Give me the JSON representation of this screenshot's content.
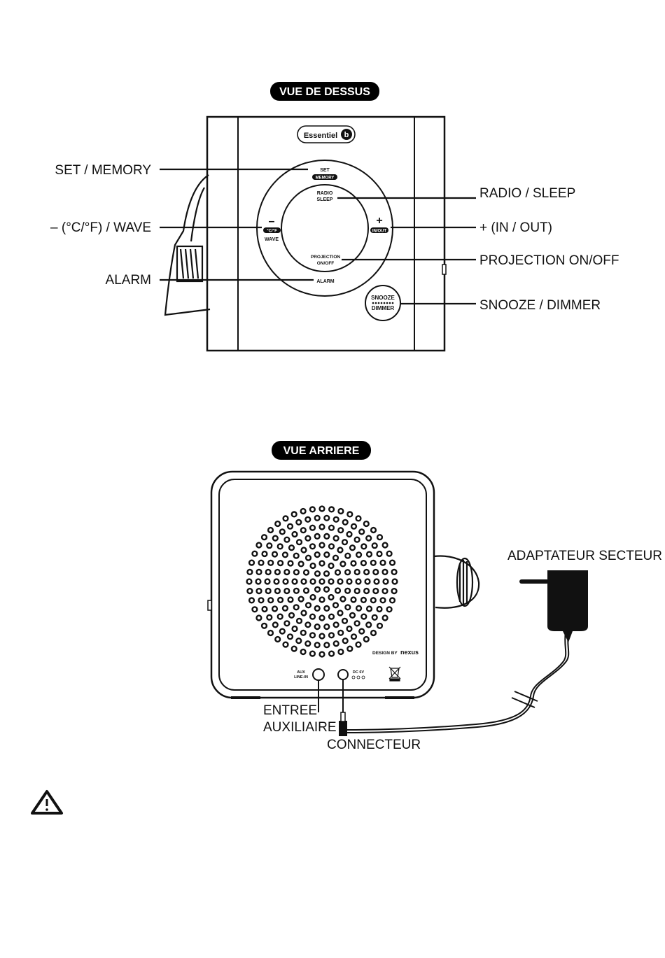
{
  "top_view": {
    "title": "VUE DE DESSUS",
    "brand": "Essentiel",
    "brand_mark": "b",
    "button_texts": {
      "set": "SET",
      "memory": "MEMORY",
      "radio": "RADIO",
      "sleep": "SLEEP",
      "minus": "–",
      "cf": "°C/°F",
      "wave": "WAVE",
      "plus": "+",
      "inout": "IN/OUT",
      "projection": "PROJECTION",
      "onoff": "ON/OFF",
      "alarm": "ALARM",
      "snooze": "SNOOZE",
      "dimmer": "DIMMER"
    },
    "callouts": {
      "set_memory": "SET / MEMORY",
      "wave": "– (°C/°F) / WAVE",
      "alarm": "ALARM",
      "radio_sleep": "RADIO / SLEEP",
      "in_out": "+ (IN / OUT)",
      "projection": "PROJECTION ON/OFF",
      "snooze": "SNOOZE / DIMMER"
    }
  },
  "rear_view": {
    "title": "VUE ARRIERE",
    "design_by": "DESIGN BY",
    "design_brand": "nexus",
    "aux_port": "AUX",
    "aux_port_2": "LINE-IN",
    "dc_port": "DC 6V",
    "callouts": {
      "adapter": "ADAPTATEUR SECTEUR",
      "aux_1": "ENTREE",
      "aux_2": "AUXILIAIRE",
      "connector": "CONNECTEUR"
    }
  },
  "icons": [
    "warning-triangle-icon",
    "weee-bin-icon",
    "power-plug-icon"
  ]
}
